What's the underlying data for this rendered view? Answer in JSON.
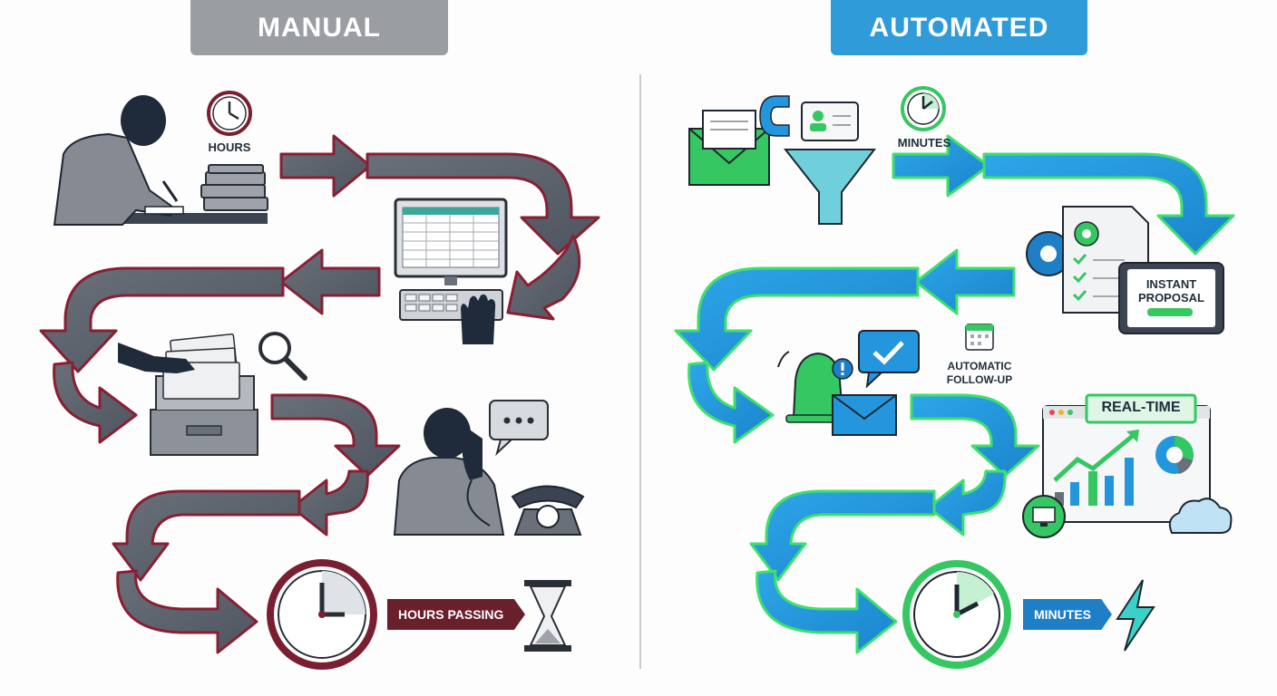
{
  "header": {
    "manual": "MANUAL",
    "automated": "AUTOMATED"
  },
  "manual": {
    "clock_label": "HOURS",
    "footer_label": "HOURS PASSING"
  },
  "automated": {
    "clock_label": "MINUTES",
    "proposal_label": [
      "INSTANT",
      "PROPOSAL"
    ],
    "followup_label": [
      "AUTOMATIC",
      "FOLLOW-UP"
    ],
    "realtime_label": "REAL-TIME",
    "footer_label": "MINUTES"
  },
  "colors": {
    "manual_arrow": "#5d636c",
    "manual_outline": "#8a1f33",
    "auto_arrow": "#2496de",
    "auto_outline": "#3ee06c",
    "manual_header": "#9a9ea3",
    "auto_header": "#2f9bd9"
  },
  "icons": {
    "manual": [
      "person-writing-icon",
      "clock-icon",
      "paper-stack-icon",
      "computer-spreadsheet-icon",
      "keyboard-hand-icon",
      "filing-cabinet-icon",
      "magnifier-icon",
      "person-phone-icon",
      "speech-bubble-icon",
      "rotary-phone-icon",
      "large-clock-icon",
      "hourglass-icon"
    ],
    "automated": [
      "email-icon",
      "magnet-icon",
      "contact-card-icon",
      "funnel-icon",
      "stopwatch-icon",
      "document-gear-icon",
      "tablet-icon",
      "bell-icon",
      "chat-check-icon",
      "calendar-icon",
      "dashboard-icon",
      "monitor-icon",
      "cloud-icon",
      "large-clock-icon",
      "lightning-icon"
    ]
  }
}
